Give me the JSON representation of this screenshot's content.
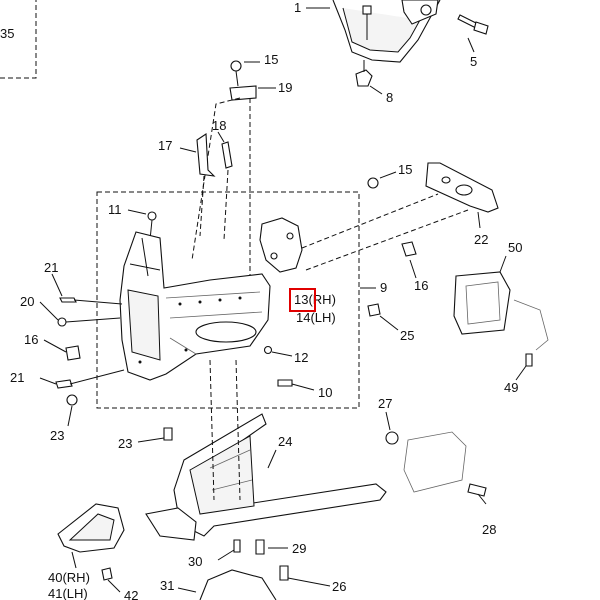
{
  "diagram": {
    "callouts": [
      "1",
      "5",
      "8",
      "15",
      "19",
      "17",
      "18",
      "15",
      "22",
      "11",
      "21",
      "20",
      "16",
      "9",
      "13(RH)",
      "14(LH)",
      "16",
      "25",
      "50",
      "12",
      "21",
      "10",
      "49",
      "23",
      "27",
      "23",
      "24",
      "28",
      "40(RH)",
      "41(LH)",
      "42",
      "30",
      "29",
      "31",
      "26"
    ],
    "highlight_color": "#e00000",
    "line_color": "#111111",
    "partial_label_35": "35"
  }
}
